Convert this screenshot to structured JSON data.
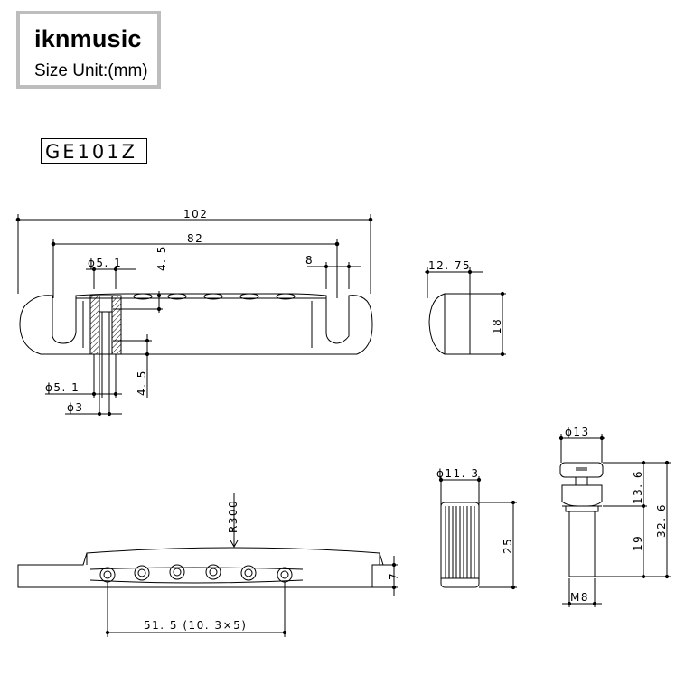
{
  "brand": {
    "name": "iknmusic",
    "size_unit": "Size Unit:(mm)"
  },
  "model": "GE101Z",
  "dimensions": {
    "overall_length": "102",
    "post_spacing": "82",
    "slot_width": "8",
    "post_hole_dia_top": "ϕ5. 1",
    "post_hole_dia_bottom": "ϕ5. 1",
    "stud_hole_dia": "ϕ3",
    "depth_top": "4. 5",
    "depth_bottom": "4. 5",
    "side_width": "12. 75",
    "side_height": "18",
    "radius": "R300",
    "bridge_height": "7",
    "string_spacing": "51. 5 (10. 3×5)",
    "bushing_dia": "ϕ11. 3",
    "bushing_height": "25",
    "stud_head_dia": "ϕ13",
    "stud_head_height": "13. 6",
    "stud_thread_length": "19",
    "stud_total_height": "32. 6",
    "stud_thread": "M8"
  }
}
